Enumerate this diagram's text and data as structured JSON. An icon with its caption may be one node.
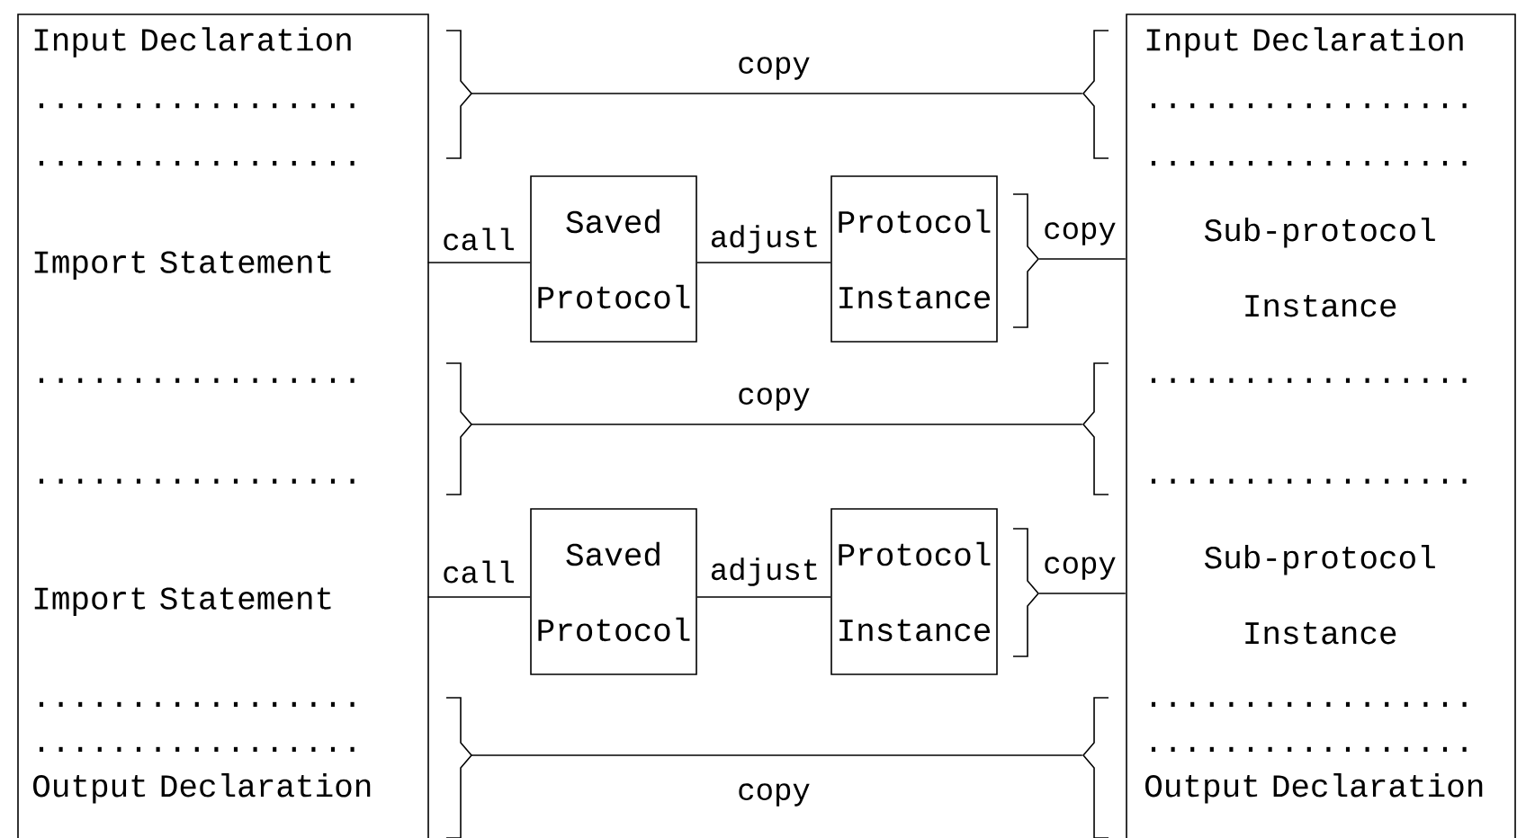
{
  "diagram": {
    "nodes": [
      {
        "text": [],
        "shape": "box"
      },
      {
        "text": [
          "Input Declaration",
          ".................",
          "................."
        ],
        "in": 0
      },
      {
        "text": [
          "Import Statement"
        ],
        "in": 0
      },
      {
        "text": [
          ".................",
          "................."
        ],
        "in": 0
      },
      {
        "text": [
          "Import Statement"
        ],
        "in": 0
      },
      {
        "text": [
          ".................",
          ".................",
          "Output Declaration"
        ],
        "in": 0
      },
      {
        "text": [],
        "shape": "box"
      },
      {
        "text": [
          "Input Declaration",
          ".................",
          "................."
        ],
        "in": 6
      },
      {
        "text": [
          "Sub-protocol Instance"
        ],
        "in": 6
      },
      {
        "text": [
          ".................",
          "................."
        ],
        "in": 6
      },
      {
        "text": [
          "Sub-protocol Instance"
        ],
        "in": 6
      },
      {
        "text": [
          ".................",
          ".................",
          "Output Declaration"
        ],
        "in": 6
      },
      {
        "text": [
          "Saved Protocol"
        ]
      },
      {
        "text": [
          "Protocol Instance"
        ]
      },
      {
        "text": [
          "Saved Protocol"
        ]
      },
      {
        "text": [
          "Protocol Instance"
        ]
      }
    ],
    "edges": [
      {
        "from": 1,
        "to": 7,
        "arrow": "none",
        "label": "copy"
      },
      {
        "from": 2,
        "to": 12,
        "arrow": "none",
        "label": "call"
      },
      {
        "from": 12,
        "to": 13,
        "arrow": "none",
        "label": "adjust"
      },
      {
        "from": 13,
        "to": 8,
        "arrow": "none",
        "label": "copy"
      },
      {
        "from": 3,
        "to": 9,
        "arrow": "none",
        "label": "copy"
      },
      {
        "from": 4,
        "to": 14,
        "arrow": "none",
        "label": "call"
      },
      {
        "from": 14,
        "to": 15,
        "arrow": "none",
        "label": "adjust"
      },
      {
        "from": 15,
        "to": 10,
        "arrow": "none",
        "label": "copy"
      },
      {
        "from": 5,
        "to": 11,
        "arrow": "none",
        "label": "copy"
      }
    ]
  }
}
